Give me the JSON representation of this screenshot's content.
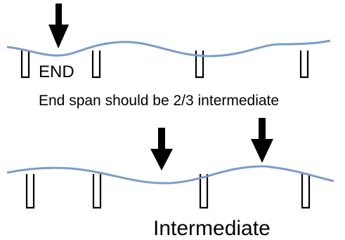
{
  "labels": {
    "end": "END",
    "caption": "End span should be 2/3 intermediate",
    "intermediate": "Intermediate"
  },
  "colors": {
    "beam": "#7b9cc6",
    "ink": "#000000"
  }
}
